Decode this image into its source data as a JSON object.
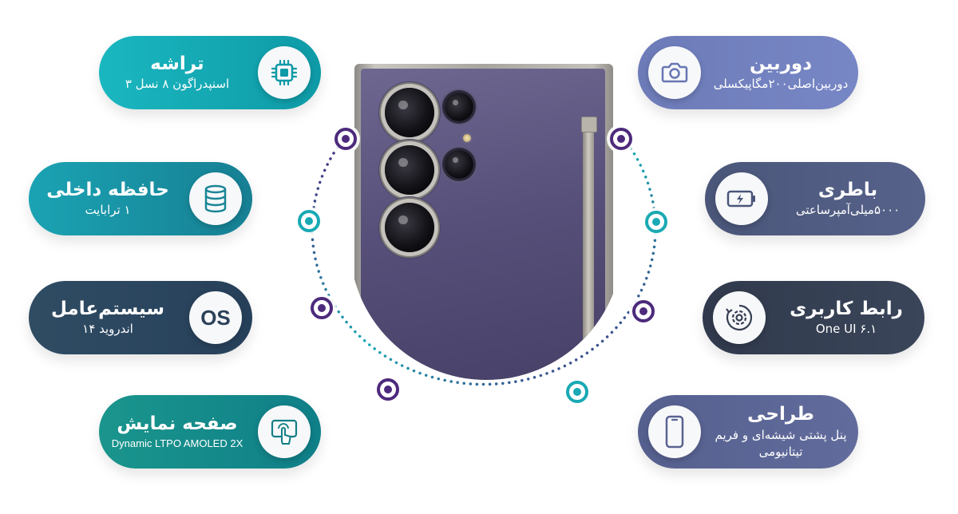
{
  "colors": {
    "teal": "#12a6b0",
    "teal_dark": "#1d8e9b",
    "navy": "#2f4a60",
    "green_teal": "#0f8f88",
    "periwinkle": "#6f7ebd",
    "slate": "#4e5a7c",
    "charcoal": "#353f52",
    "lavender": "#5c6595",
    "node_purple": "#4d2a7c",
    "node_teal": "#19a9b4"
  },
  "features": {
    "chip": {
      "title": "تراشه",
      "value": "اسنپدراگون ۸ نسل ۳",
      "icon": "chip-icon"
    },
    "storage": {
      "title": "حافظه داخلی",
      "value": "۱ ترابایت",
      "icon": "database-icon"
    },
    "os": {
      "title": "سیستم‌عامل",
      "value": "اندروید ۱۴",
      "icon": "os-icon",
      "glyph": "OS"
    },
    "display": {
      "title": "صفحه نمایش",
      "value": "Dynamic LTPO AMOLED 2X",
      "icon": "touch-screen-icon"
    },
    "camera": {
      "title": "دوربین",
      "value": "دوربین‌اصلی۲۰۰مگاپیکسلی",
      "icon": "camera-icon"
    },
    "battery": {
      "title": "باطری",
      "value": "۵۰۰۰میلی‌آمپرساعتی",
      "icon": "battery-icon"
    },
    "ui": {
      "title": "رابط کاربری",
      "value": "One UI ۶.۱",
      "icon": "gear-refresh-icon"
    },
    "design": {
      "title": "طراحی",
      "value": "پنل پشتی شیشه‌ای و فریم تیتانیومی",
      "icon": "phone-icon"
    }
  }
}
